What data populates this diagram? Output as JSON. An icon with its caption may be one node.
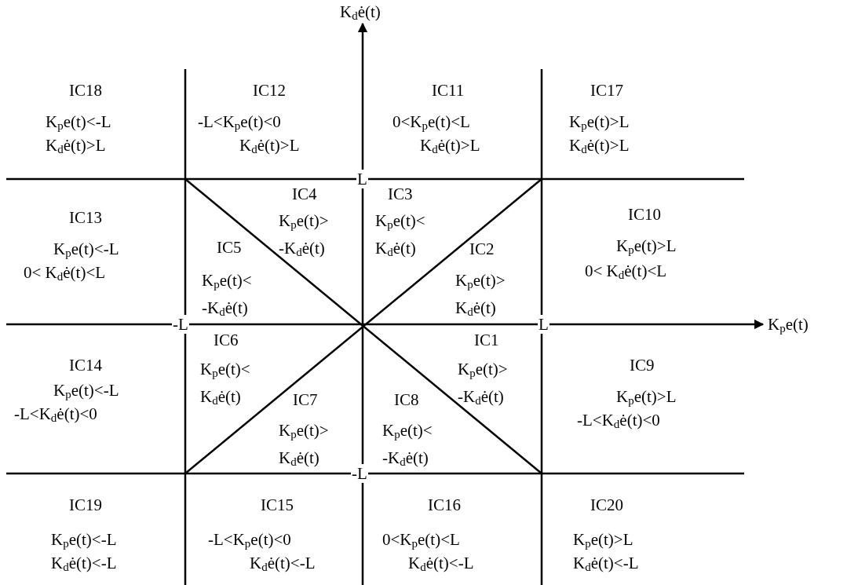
{
  "diagram": {
    "labels": [
      "K$_{d}$ė(t)",
      "IC18",
      "K$_{p}$e(t)<-L",
      "K$_{d}$ė(t)>L",
      "IC12",
      "-L<K$_{p}$e(t)<0",
      "K$_{d}$ė(t)>L",
      "IC11",
      "0<K$_{p}$e(t)<L",
      "K$_{d}$ė(t)>L",
      "IC17",
      "K$_{p}$e(t)>L",
      "K$_{d}$ė(t)>L",
      "L",
      "IC4",
      "IC3",
      "IC13",
      "IC10",
      "K$_{p}$e(t)> -K$_{d}$ė(t)",
      "K$_{p}$e(t)< K$_{d}$ė(t)",
      "K$_{p}$e(t)<-L",
      "0< K$_{d}$ė(t)<L",
      "IC5",
      "IC2",
      "K$_{p}$e(t)>L",
      "0< K$_{d}$ė(t)<L",
      "K$_{p}$e(t)< -K$_{d}$ė(t)",
      "K$_{p}$e(t)> K$_{d}$ė(t)",
      "-L",
      "L",
      "K$_{p}$e(t)",
      "IC6",
      "IC1",
      "IC14",
      "IC9",
      "K$_{p}$e(t)< K$_{d}$ė(t)",
      "K$_{p}$e(t)> -K$_{d}$ė(t)",
      "K$_{p}$e(t)<-L",
      "-L<K$_{d}$ė(t)<0",
      "IC7",
      "IC8",
      "K$_{p}$e(t)>L",
      "-L<K$_{d}$ė(t)<0",
      "K$_{p}$e(t)> K$_{d}$ė(t)",
      "K$_{p}$e(t)< -K$_{d}$ė(t)",
      "-L",
      "IC19",
      "IC15",
      "IC16",
      "IC20",
      "K$_{p}$e(t)<-L",
      "K$_{d}$ė(t)<-L",
      "-L<K$_{p}$e(t)<0",
      "K$_{d}$ė(t)<-L",
      "0<K$_{p}$e(t)<L",
      "K$_{d}$ė(t)<-L",
      "K$_{p}$e(t)>L",
      "K$_{d}$ė(t)<-L"
    ]
  }
}
